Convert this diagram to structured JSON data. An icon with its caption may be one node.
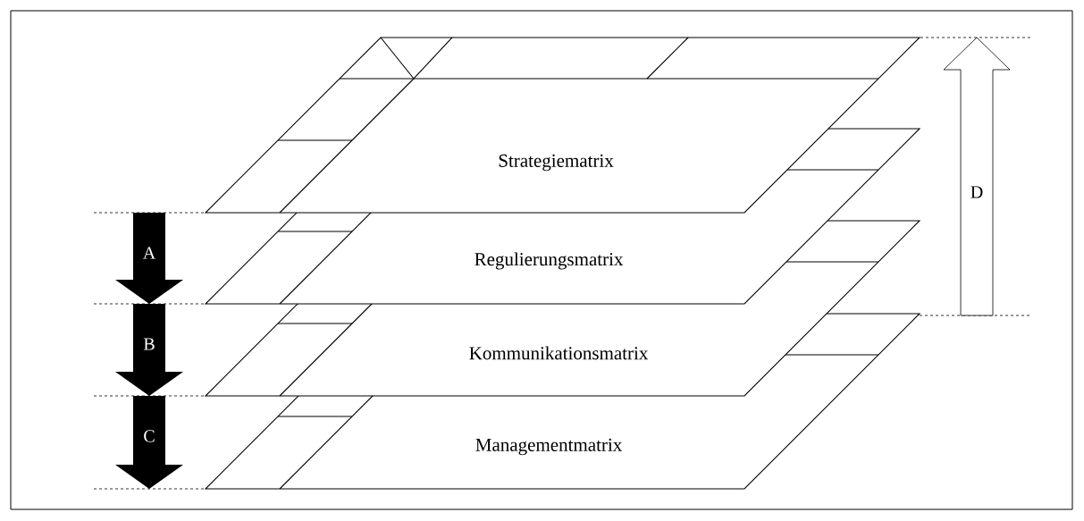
{
  "diagram": {
    "nodes": [
      {
        "text": [
          "Strategiematrix"
        ]
      },
      {
        "text": [
          "Regulierungsmatrix"
        ]
      },
      {
        "text": [
          "Kommunikationsmatrix"
        ]
      },
      {
        "text": [
          "Managementmatrix"
        ]
      }
    ],
    "labels": [
      "A",
      "B",
      "C",
      "D"
    ]
  }
}
